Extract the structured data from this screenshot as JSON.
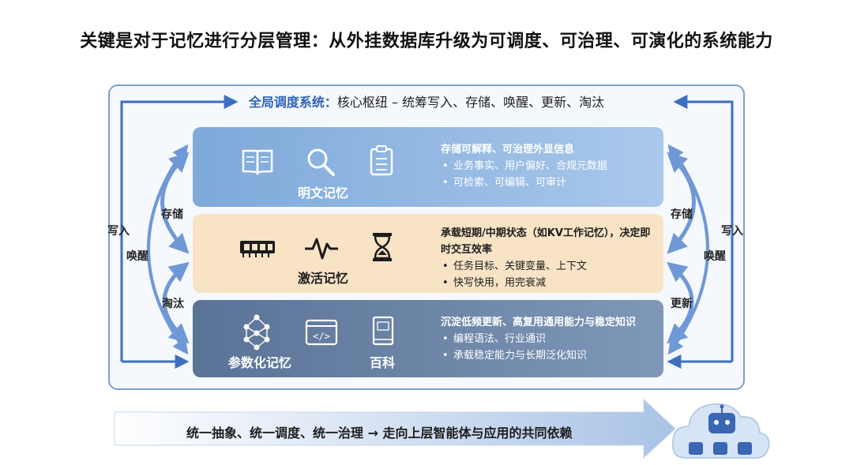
{
  "title": "关键是对于记忆进行分层管理：从外挂数据库升级为可调度、可治理、可演化的系统能力",
  "global": {
    "name": "全局调度系统：",
    "desc": "核心枢纽 – 统筹写入、存储、唤醒、更新、淘汰"
  },
  "layers": [
    {
      "name": "明文记忆",
      "icons": [
        "book-icon",
        "magnifier-icon",
        "clipboard-checklist-icon"
      ],
      "head": "存储可解释、可治理外显信息",
      "bullets": [
        "业务事实、用户偏好、合规元数据",
        "可检索、可编辑、可审计"
      ]
    },
    {
      "name": "激活记忆",
      "icons": [
        "memory-chip-icon",
        "pulse-icon",
        "hourglass-icon"
      ],
      "head": "承载短期/中期状态（如KV工作记忆），决定即时交互效率",
      "bullets": [
        "任务目标、关键变量、上下文",
        "快写快用，用完衰减"
      ]
    },
    {
      "name": "参数化记忆",
      "extra_label": "百科",
      "icons": [
        "neural-network-icon",
        "code-window-icon",
        "encyclopedia-book-icon"
      ],
      "head": "沉淀低频更新、高复用通用能力与稳定知识",
      "bullets": [
        "编程语法、行业通识",
        "承载稳定能力与长期泛化知识"
      ]
    }
  ],
  "left_labels": {
    "outer": "写入",
    "upper": "存储",
    "mid": "唤醒",
    "lower": "淘汰"
  },
  "right_labels": {
    "outer": "写入",
    "upper": "存储",
    "mid": "唤醒",
    "lower": "更新"
  },
  "bottom": {
    "text": "统一抽象、统一调度、统一治理 → 走向上层智能体与应用的共同依赖"
  },
  "colors": {
    "accent": "#2f63b5",
    "frame": "#7f9fce",
    "layer1": "#8fb5e0",
    "layer2": "#f8e3c5",
    "layer3": "#657e9f"
  }
}
